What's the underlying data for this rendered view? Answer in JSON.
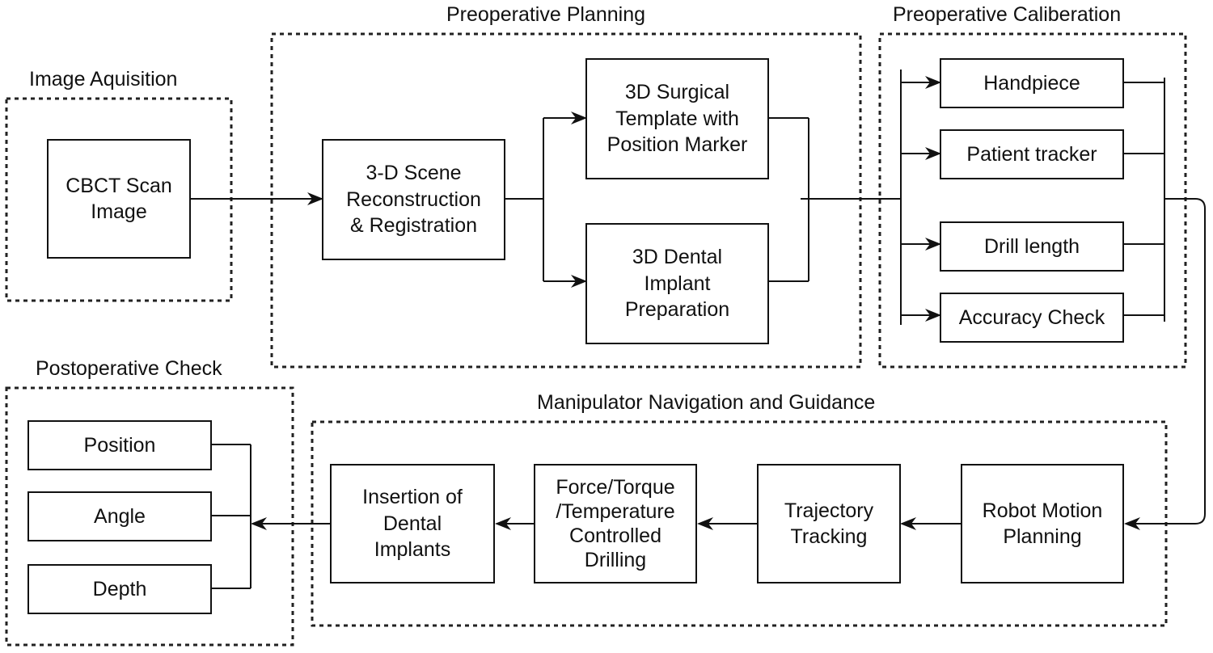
{
  "groups": {
    "image_acquisition": "Image Aquisition",
    "preoperative_planning": "Preoperative Planning",
    "preoperative_calibration": "Preoperative Caliberation",
    "manipulator_navigation": "Manipulator Navigation and Guidance",
    "postoperative_check": "Postoperative Check"
  },
  "nodes": {
    "cbct": [
      "CBCT Scan",
      "Image"
    ],
    "scene_reconstruction": [
      "3-D Scene",
      "Reconstruction",
      "& Registration"
    ],
    "surgical_template": [
      "3D Surgical",
      "Template with",
      "Position Marker"
    ],
    "implant_preparation": [
      "3D Dental",
      "Implant",
      "Preparation"
    ],
    "handpiece": [
      "Handpiece"
    ],
    "patient_tracker": [
      "Patient tracker"
    ],
    "drill_length": [
      "Drill length"
    ],
    "accuracy_check": [
      "Accuracy Check"
    ],
    "robot_motion": [
      "Robot Motion",
      "Planning"
    ],
    "trajectory": [
      "Trajectory",
      "Tracking"
    ],
    "drilling": [
      "Force/Torque",
      "/Temperature",
      "Controlled",
      "Drilling"
    ],
    "insertion": [
      "Insertion of",
      "Dental",
      "Implants"
    ],
    "position": [
      "Position"
    ],
    "angle": [
      "Angle"
    ],
    "depth": [
      "Depth"
    ]
  }
}
